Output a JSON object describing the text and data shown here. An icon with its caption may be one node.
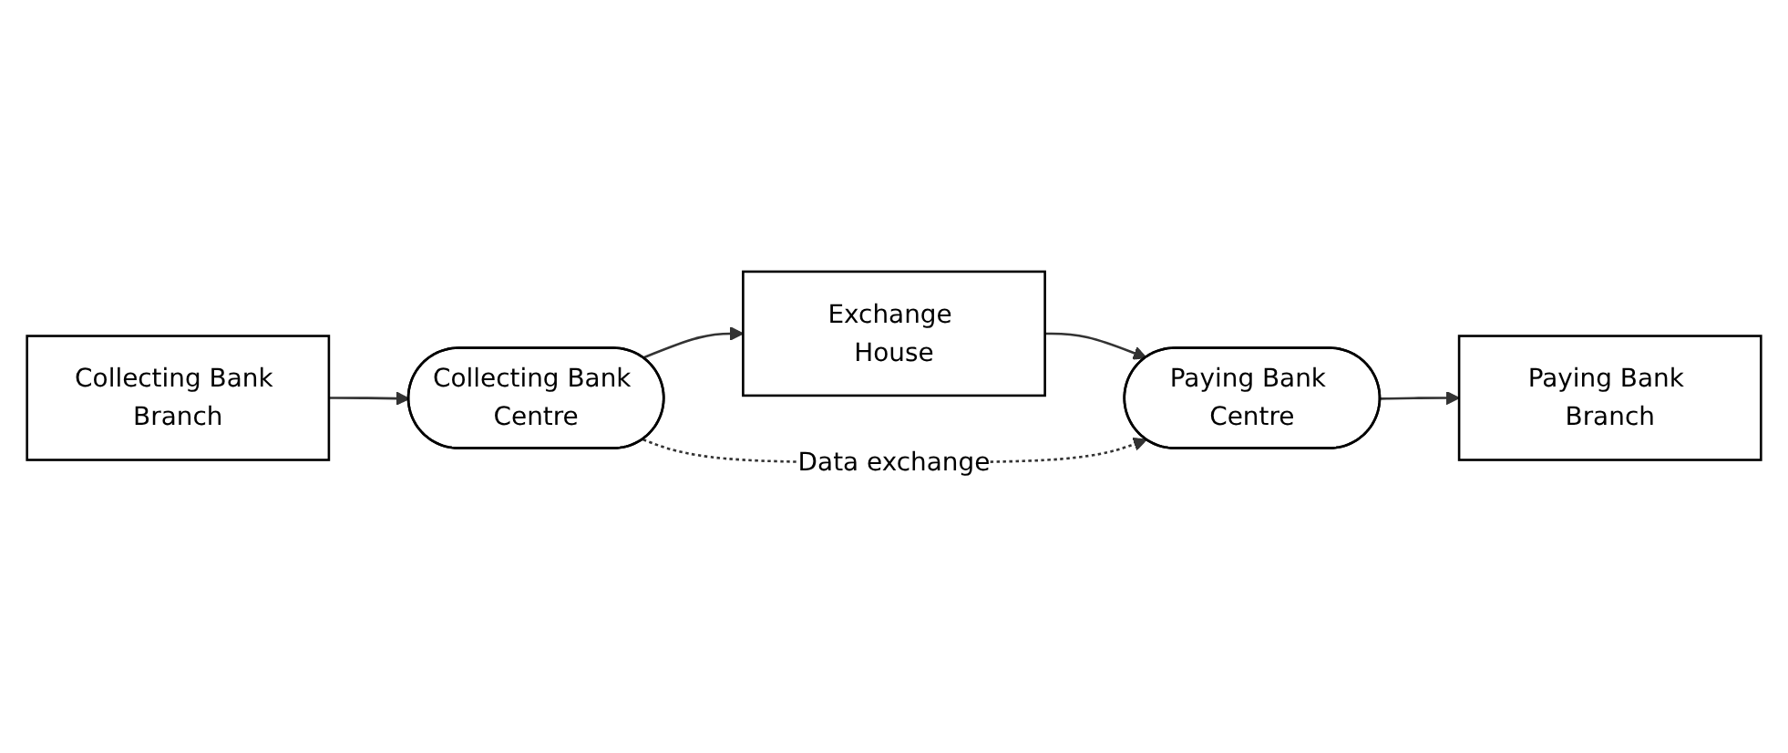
{
  "diagram": {
    "nodes": [
      {
        "text": [
          "Collecting Bank Branch"
        ]
      },
      {
        "text": [
          "Paying Bank Branch"
        ]
      },
      {
        "text": [
          "Collecting Bank Centre"
        ]
      },
      {
        "text": [
          "Exchange House"
        ]
      },
      {
        "text": [
          "Paying Bank Centre"
        ]
      }
    ],
    "edges": [
      {
        "from": 0,
        "to": 2,
        "arrow": "to"
      },
      {
        "from": 2,
        "to": 3,
        "arrow": "to"
      },
      {
        "from": 3,
        "to": 4,
        "arrow": "to"
      },
      {
        "from": 4,
        "to": 1,
        "arrow": "to"
      },
      {
        "from": 2,
        "to": 4,
        "arrow": "to",
        "style": "dashed",
        "label": "Data exchange"
      }
    ]
  }
}
